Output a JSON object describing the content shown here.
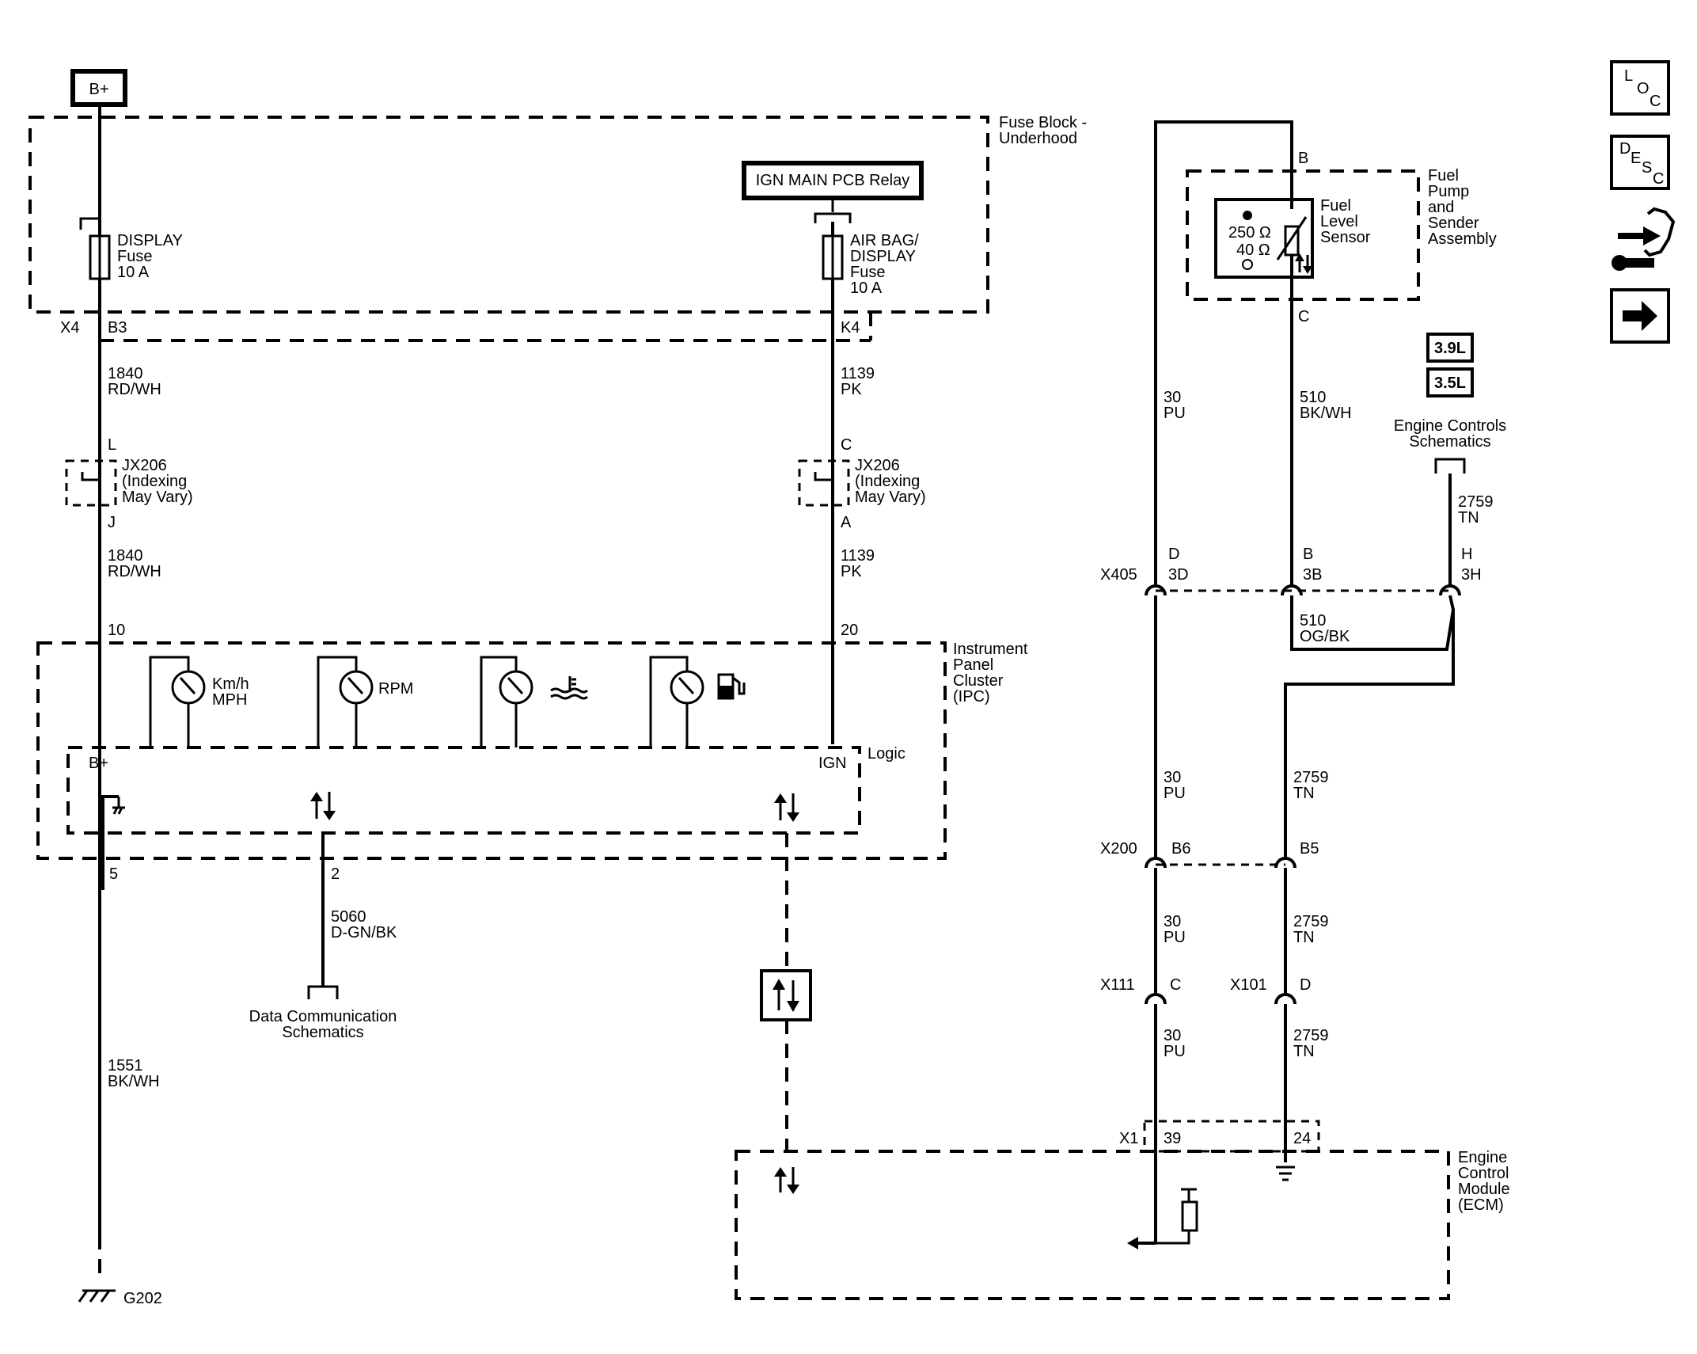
{
  "power": {
    "bplus": "B+",
    "relay": "IGN MAIN PCB Relay"
  },
  "fuse_block": {
    "line1": "Fuse Block -",
    "line2": "Underhood"
  },
  "fuses": {
    "display": [
      "DISPLAY",
      "Fuse",
      "10 A"
    ],
    "airbag": [
      "AIR BAG/",
      "DISPLAY",
      "Fuse",
      "10 A"
    ]
  },
  "connectors": {
    "x4": "X4",
    "b3": "B3",
    "k4": "K4",
    "jx206_left": [
      "JX206",
      "(Indexing",
      "May Vary)"
    ],
    "jx206_right": [
      "JX206",
      "(Indexing",
      "May Vary)"
    ],
    "pin_l": "L",
    "pin_j": "J",
    "pin_c": "C",
    "pin_a": "A",
    "x405": "X405",
    "x200": "X200",
    "x111": "X111",
    "x101": "X101",
    "x1": "X1",
    "x405_pins": {
      "d": "D",
      "d2": "3D",
      "b": "B",
      "b2": "3B",
      "h": "H",
      "h2": "3H"
    },
    "x200_pins": {
      "b6": "B6",
      "b5": "B5"
    },
    "x111_pin": "C",
    "x101_pin": "D",
    "x1_pins": {
      "p39": "39",
      "p24": "24"
    }
  },
  "wires": {
    "w1840_top": [
      "1840",
      "RD/WH"
    ],
    "w1840_bot": [
      "1840",
      "RD/WH"
    ],
    "w1139_top": [
      "1139",
      "PK"
    ],
    "w1139_bot": [
      "1139",
      "PK"
    ],
    "w1551": [
      "1551",
      "BK/WH"
    ],
    "w5060": [
      "5060",
      "D-GN/BK"
    ],
    "w30_1": [
      "30",
      "PU"
    ],
    "w30_2": [
      "30",
      "PU"
    ],
    "w30_3": [
      "30",
      "PU"
    ],
    "w30_4": [
      "30",
      "PU"
    ],
    "w510_top": [
      "510",
      "BK/WH"
    ],
    "w510_og": [
      "510",
      "OG/BK"
    ],
    "w2759_1": [
      "2759",
      "TN"
    ],
    "w2759_2": [
      "2759",
      "TN"
    ],
    "w2759_3": [
      "2759",
      "TN"
    ],
    "w2759_4": [
      "2759",
      "TN"
    ]
  },
  "ipc": {
    "label": [
      "Instrument",
      "Panel",
      "Cluster",
      "(IPC)"
    ],
    "pin10": "10",
    "pin20": "20",
    "pin5": "5",
    "pin2": "2",
    "bplus": "B+",
    "ign": "IGN",
    "logic": "Logic",
    "gauge_speed": [
      "Km/h",
      "MPH"
    ],
    "gauge_rpm": "RPM"
  },
  "fuel": {
    "assembly": [
      "Fuel",
      "Pump",
      "and",
      "Sender",
      "Assembly"
    ],
    "sensor": [
      "Fuel",
      "Level",
      "Sensor"
    ],
    "r250": "250 Ω",
    "r40": "40 Ω",
    "pin_b": "B",
    "pin_c": "C"
  },
  "engine": {
    "badge_39": "3.9L",
    "badge_35": "3.5L",
    "controls": [
      "Engine Controls",
      "Schematics"
    ],
    "ecm": [
      "Engine",
      "Control",
      "Module",
      "(ECM)"
    ]
  },
  "data_comm": [
    "Data Communication",
    "Schematics"
  ],
  "ground": {
    "g202": "G202"
  },
  "nav": {
    "loc": [
      "L",
      "O",
      "C"
    ],
    "desc": [
      "D",
      "E",
      "S",
      "C"
    ]
  }
}
